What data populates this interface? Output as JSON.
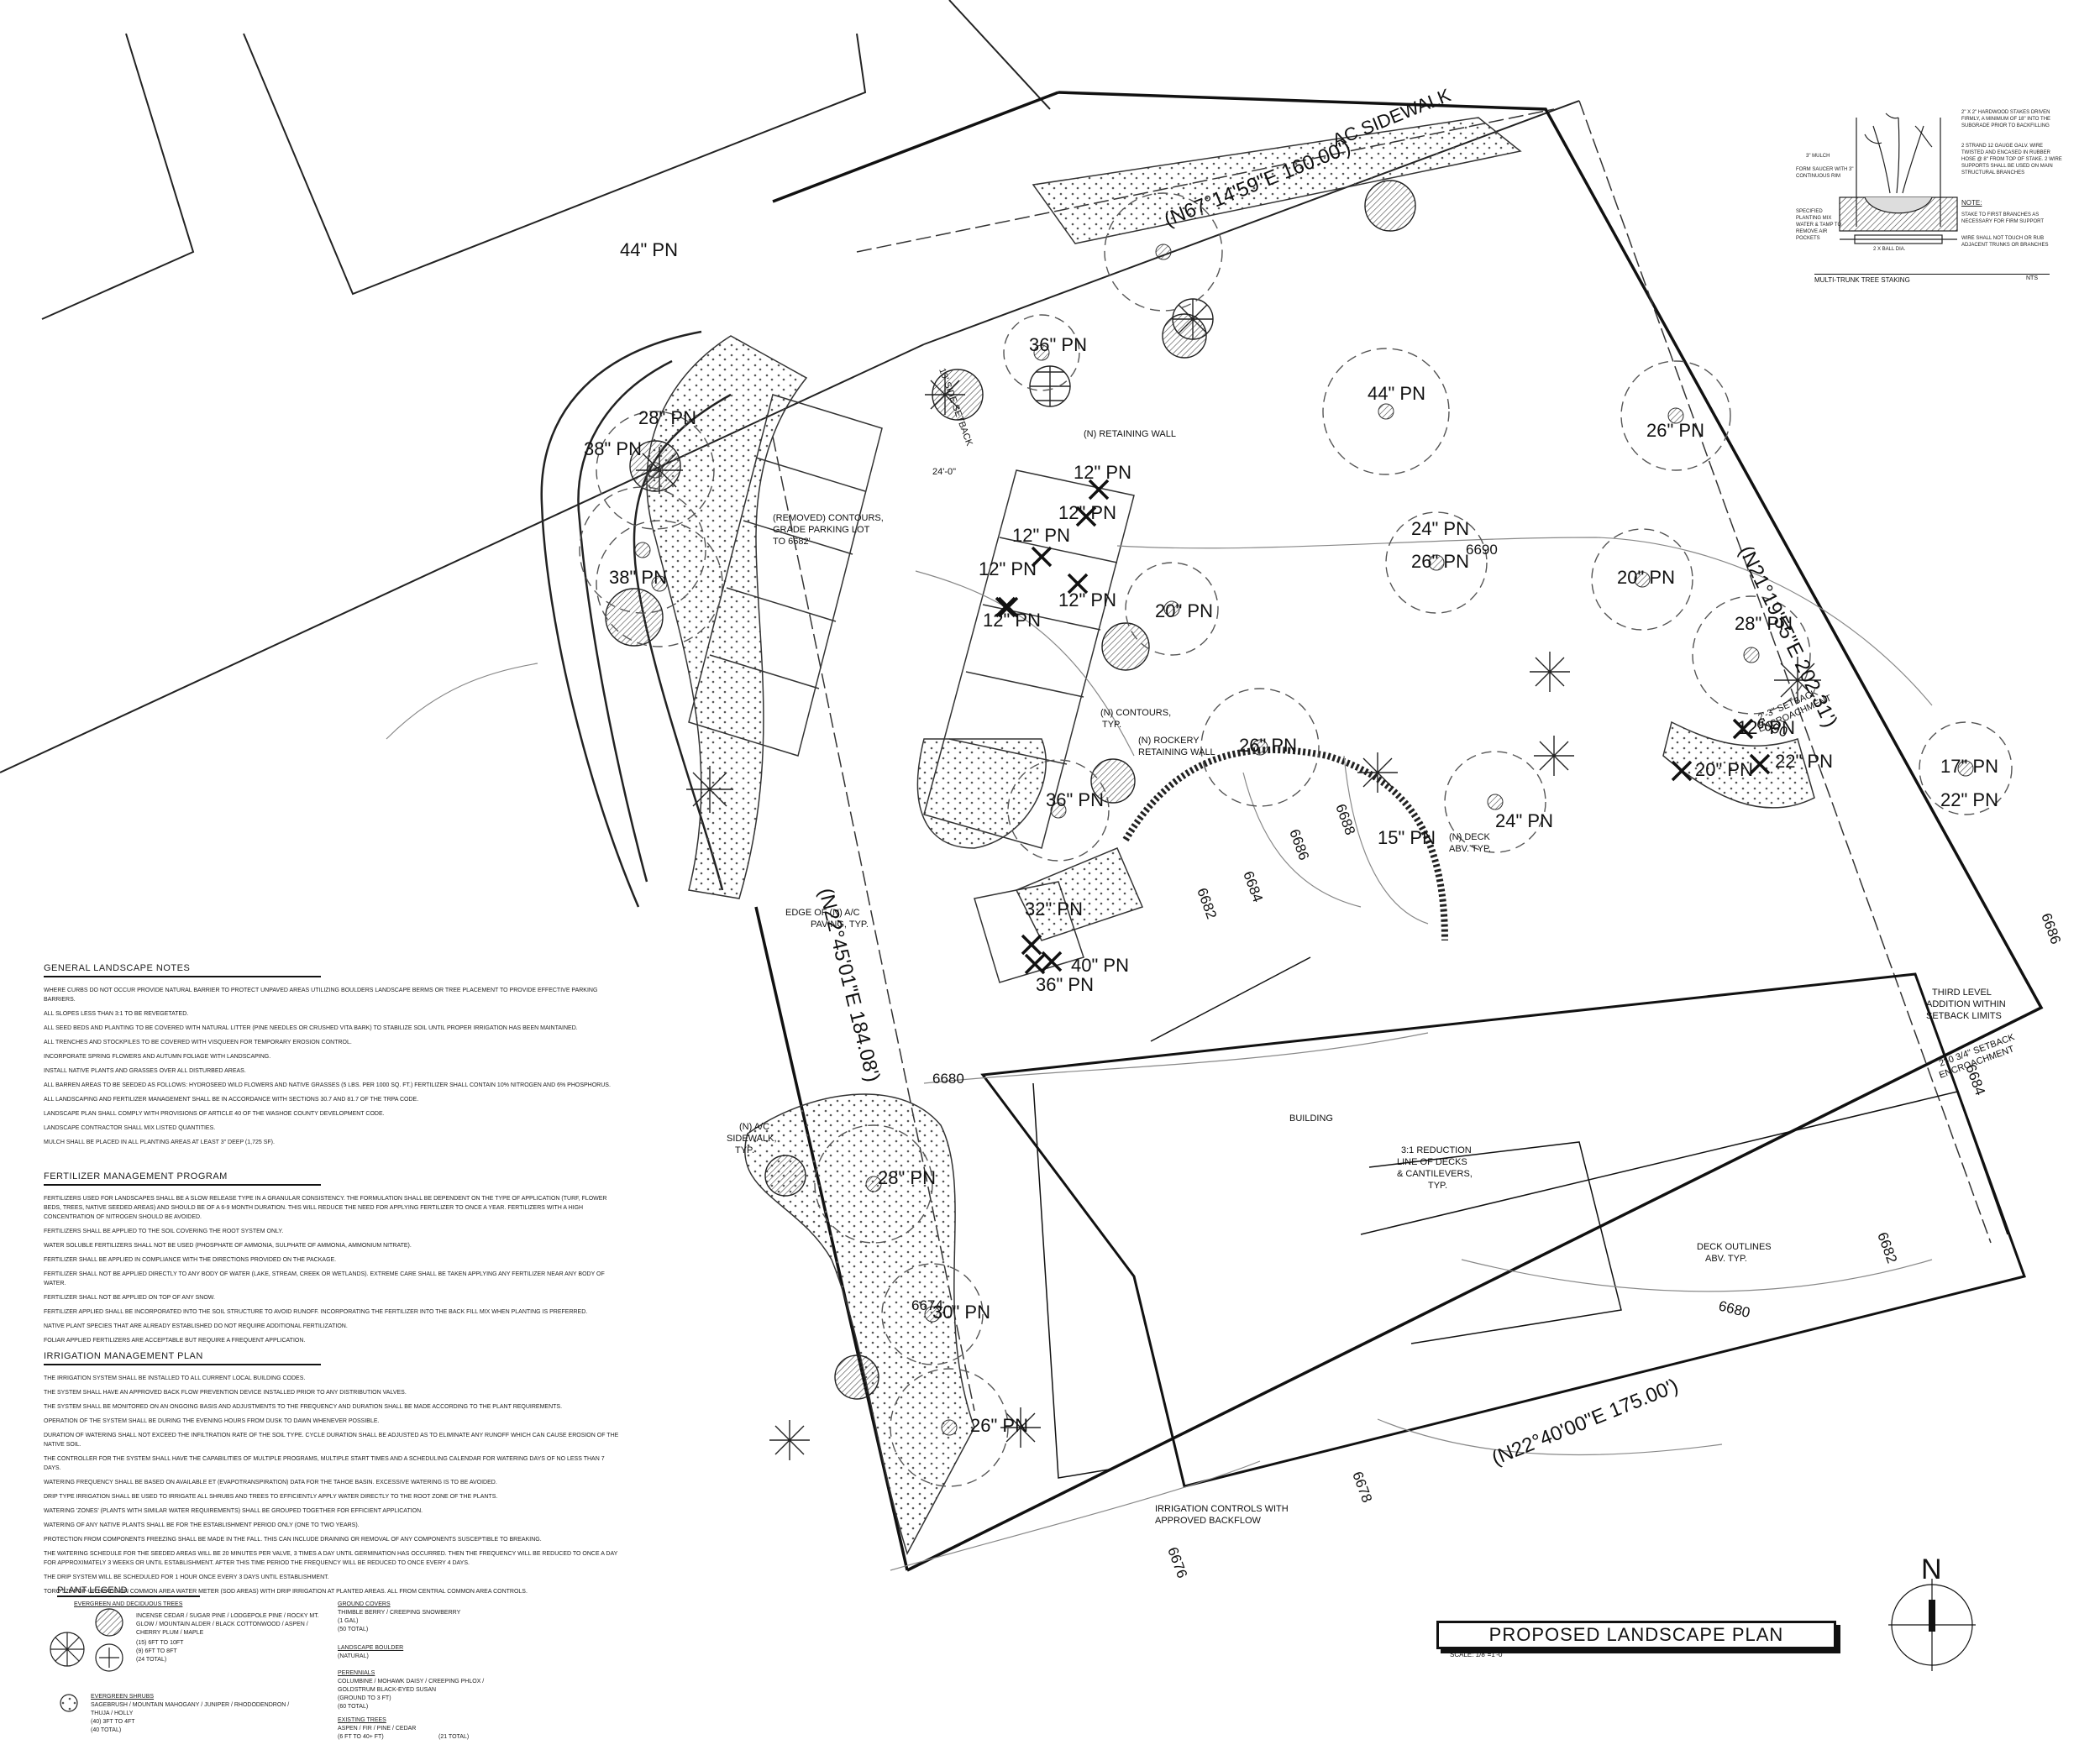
{
  "plan": {
    "title": "PROPOSED LANDSCAPE PLAN",
    "scale": "SCALE: 1/8\"=1'-0\"",
    "north": "N"
  },
  "boundary_labels": {
    "north": "(N67°14'59\"E 160.00')",
    "east": "(N21°19'55\"E 202.31')",
    "south": "(N22°40'00\"E 175.00')",
    "west": "(N22°45'01\"E 184.08')"
  },
  "dimension": "24'-0\"",
  "annotations": {
    "ac_sidewalk": "AC SIDEWALK",
    "retaining_wall": "(N) RETAINING WALL",
    "removed_contours_1": "(REMOVED) CONTOURS,",
    "removed_contours_2": "GRADE PARKING LOT",
    "removed_contours_3": "TO 6682'",
    "contours_1": "(N) CONTOURS,",
    "contours_2": "TYP.",
    "rockery_1": "(N) ROCKERY",
    "rockery_2": "RETAINING WALL",
    "deck_1": "(N) DECK",
    "deck_2": "ABV. TYP.",
    "edge_paving_1": "EDGE OF (N) A/C",
    "edge_paving_2": "PAVING, TYP.",
    "ac_sidewalk2_1": "(N) A/C",
    "ac_sidewalk2_2": "SIDEWALK,",
    "ac_sidewalk2_3": "TYP.",
    "building": "BUILDING",
    "reduction_1": "3:1 REDUCTION",
    "reduction_2": "LINE OF DECKS",
    "reduction_3": "& CANTILEVERS,",
    "reduction_4": "TYP.",
    "deck_outlines_1": "DECK OUTLINES",
    "deck_outlines_2": "ABV. TYP.",
    "third_level_1": "THIRD LEVEL",
    "third_level_2": "ADDITION WITHIN",
    "third_level_3": "SETBACK LIMITS",
    "setback_enc_1": "2'-3\" SETBACK",
    "setback_enc_2": "ENCROACHMENT",
    "setback_enc2_1": "2'-0 3/4\" SETBACK",
    "setback_enc2_2": "ENCROACHMENT",
    "setback_side": "10' SIDE SETBACK",
    "irrigation_1": "IRRIGATION CONTROLS WITH",
    "irrigation_2": "APPROVED BACKFLOW"
  },
  "contours": {
    "c6690a": "6690",
    "c6690b": "6690",
    "c6688": "6688",
    "c6686a": "6686",
    "c6686b": "6686",
    "c6684a": "6684",
    "c6684b": "6684",
    "c6682a": "6682",
    "c6682b": "6682",
    "c6680a": "6680",
    "c6680b": "6680",
    "c6678": "6678",
    "c6676": "6676",
    "c6674": "6674"
  },
  "trees": [
    {
      "label": "44\" PN",
      "circle": true,
      "removed": false
    },
    {
      "label": "44\" PN",
      "circle": true,
      "removed": false
    },
    {
      "label": "36\" PN",
      "circle": true,
      "removed": false
    },
    {
      "label": "28\" PN",
      "circle": true,
      "removed": false
    },
    {
      "label": "38\" PN",
      "circle": true,
      "removed": false
    },
    {
      "label": "38\" PN",
      "circle": true,
      "removed": false
    },
    {
      "label": "26\" PN",
      "circle": true,
      "removed": false
    },
    {
      "label": "24\" PN",
      "circle": false,
      "removed": false
    },
    {
      "label": "26\" PN",
      "circle": true,
      "removed": false
    },
    {
      "label": "20\" PN",
      "circle": true,
      "removed": false
    },
    {
      "label": "20\" PN",
      "circle": true,
      "removed": false
    },
    {
      "label": "28\" PN",
      "circle": true,
      "removed": false
    },
    {
      "label": "26\" PN",
      "circle": true,
      "removed": false
    },
    {
      "label": "36\" PN",
      "circle": true,
      "removed": false
    },
    {
      "label": "24\" PN",
      "circle": true,
      "removed": false
    },
    {
      "label": "15\" PN",
      "circle": false,
      "removed": false
    },
    {
      "label": "17\" PN",
      "circle": true,
      "removed": false
    },
    {
      "label": "22\" PN",
      "circle": false,
      "removed": false
    },
    {
      "label": "28\" PN",
      "circle": true,
      "removed": false
    },
    {
      "label": "30\" PN",
      "circle": true,
      "removed": false
    },
    {
      "label": "26\" PN",
      "circle": true,
      "removed": false
    },
    {
      "label": "12\" PN",
      "circle": false,
      "removed": true
    },
    {
      "label": "12\" PN",
      "circle": false,
      "removed": true
    },
    {
      "label": "12\" PN",
      "circle": false,
      "removed": true
    },
    {
      "label": "12\" PN",
      "circle": false,
      "removed": true
    },
    {
      "label": "12\" PN",
      "circle": false,
      "removed": true
    },
    {
      "label": "12\" PN",
      "circle": false,
      "removed": true
    },
    {
      "label": "32\" PN",
      "circle": false,
      "removed": true
    },
    {
      "label": "40\" PN",
      "circle": false,
      "removed": true
    },
    {
      "label": "36\" PN",
      "circle": false,
      "removed": true
    },
    {
      "label": "12\" PN",
      "circle": false,
      "removed": true
    },
    {
      "label": "20\" PN",
      "circle": false,
      "removed": true
    },
    {
      "label": "22\" PN",
      "circle": false,
      "removed": true
    }
  ],
  "notes": {
    "general": {
      "title": "GENERAL LANDSCAPE NOTES",
      "items": [
        "Where curbs do not occur provide natural barrier to protect unpaved areas utilizing boulders landscape berms or tree placement to provide effective parking barriers.",
        "All slopes less than 3:1 to be revegetated.",
        "All seed beds and planting to be covered with natural litter (pine needles or crushed vita bark) to stabilize soil until proper irrigation has been maintained.",
        "All trenches and stockpiles to be covered with visqueen for temporary erosion control.",
        "Incorporate spring flowers and autumn foliage with landscaping.",
        "Install native plants and grasses over all disturbed areas.",
        "All barren areas to be seeded as follows: hydroseed wild flowers and native grasses (5 lbs. per 1000 sq. ft.) fertilizer shall contain 10% nitrogen and 6% phosphorus.",
        "All landscaping and fertilizer management shall be in accordance with sections 30.7 and 81.7 of the TRPA code.",
        "Landscape plan shall comply with provisions of article 40 of the Washoe County development code.",
        "Landscape contractor shall mix listed quantities.",
        "Mulch shall be placed in all planting areas at least 3\" deep (1,725 sf)."
      ]
    },
    "fertilizer": {
      "title": "FERTILIZER MANAGEMENT PROGRAM",
      "items": [
        "Fertilizers used for landscapes shall be a slow release type in a granular consistency. The formulation shall be dependent on the type of application (turf, flower beds, trees, native seeded areas) and should be of a 6-9 month duration. This will reduce the need for applying fertilizer to once a year. Fertilizers with a high concentration of nitrogen should be avoided.",
        "Fertilizers shall be applied to the soil covering the root system only.",
        "Water soluble fertilizers shall not be used (phosphate of ammonia, sulphate of ammonia, ammonium nitrate).",
        "Fertilizer shall be applied in compliance with the directions provided on the package.",
        "Fertilizer shall not be applied directly to any body of water (lake, stream, creek or wetlands). Extreme care shall be taken applying any fertilizer near any body of water.",
        "Fertilizer shall not be applied on top of any snow.",
        "Fertilizer applied shall be incorporated into the soil structure to avoid runoff. Incorporating the fertilizer into the back fill mix when planting is preferred.",
        "Native plant species that are already established do not require additional fertilization.",
        "Foliar applied fertilizers are acceptable but require a frequent application."
      ]
    },
    "irrigation": {
      "title": "IRRIGATION MANAGEMENT PLAN",
      "items": [
        "The irrigation system shall be installed to all current local building codes.",
        "The system shall have an approved back flow prevention device installed prior to any distribution valves.",
        "The system shall be monitored on an ongoing basis and adjustments to the frequency and duration shall be made according to the plant requirements.",
        "Operation of the system shall be during the evening hours from dusk to dawn whenever possible.",
        "Duration of watering shall not exceed the infiltration rate of the soil type. Cycle duration shall be adjusted as to eliminate any runoff which can cause erosion of the native soil.",
        "The controller for the system shall have the capabilities of multiple programs, multiple start times and a scheduling calendar for watering days of no less than 7 days.",
        "Watering frequency shall be based on available ET (evapotranspiration) data for the Tahoe Basin. Excessive watering is to be avoided.",
        "Drip type irrigation shall be used to irrigate all shrubs and trees to efficiently apply water directly to the root zone of the plants.",
        "Watering 'zones' (plants with similar water requirements) shall be grouped together for efficient application.",
        "Watering of any native plants shall be for the establishment period only (one to two years).",
        "Protection from components freezing shall be made in the fall. This can include draining or removal of any components susceptible to breaking.",
        "The watering schedule for the seeded areas will be 20 minutes per valve, 3 times a day until germination has occurred. Then the frequency will be reduced to once a day for approximately 3 weeks or until establishment. After this time period the frequency will be reduced to once every 4 days.",
        "The drip system will be scheduled for 1 hour once every 3 days until establishment.",
        "Toro 570 pop-up heads on common area water meter (sod areas) with drip irrigation at planted areas. All from central common area controls."
      ]
    }
  },
  "legend": {
    "title": "PLANT LEGEND",
    "evergreen_title": "EVERGREEN AND DECIDUOUS TREES",
    "evergreen_desc": "INCENSE CEDAR / SUGAR PINE / LODGEPOLE PINE / ROCKY MT. GLOW / MOUNTAIN ALDER / BLACK COTTONWOOD / ASPEN / CHERRY PLUM / MAPLE",
    "evergreen_qty1": "(15) 6FT TO 10FT",
    "evergreen_qty2": "(9) 6FT TO 8FT",
    "evergreen_qty3": "(24 TOTAL)",
    "shrubs_title": "EVERGREEN SHRUBS",
    "shrubs_desc": "SAGEBRUSH / MOUNTAIN MAHOGANY / JUNIPER / RHODODENDRON / THUJA / HOLLY",
    "shrubs_qty1": "(40) 3FT TO 4FT",
    "shrubs_qty2": "(40 TOTAL)",
    "ground_title": "GROUND COVERS",
    "ground_desc": "THIMBLE BERRY / CREEPING SNOWBERRY",
    "ground_qty1": "(1 GAL)",
    "ground_qty2": "(50 TOTAL)",
    "boulder_title": "LANDSCAPE BOULDER",
    "boulder_desc": "(NATURAL)",
    "perennial_title": "PERENNIALS",
    "perennial_desc": "COLUMBINE / MOHAWK DAISY / CREEPING PHLOX / GOLDSTRUM BLACK-EYED SUSAN",
    "perennial_qty1": "(GROUND TO 3 FT)",
    "perennial_qty2": "(60 TOTAL)",
    "existing_title": "EXISTING TREES",
    "existing_desc": "ASPEN / FIR / PINE / CEDAR",
    "existing_qty1": "(6 FT TO 40+ FT)",
    "existing_qty2": "(21 TOTAL)"
  },
  "detail": {
    "title": "MULTI-TRUNK TREE STAKING",
    "nts": "NTS",
    "note_stakes": "2\" X 2\" HARDWOOD STAKES DRIVEN FIRMLY, A MINIMUM OF 18\" INTO THE SUBGRADE PRIOR TO BACKFILLING",
    "note_wire": "2 STRAND 12 GAUGE GALV. WIRE TWISTED AND ENCASED IN RUBBER HOSE @ 8\" FROM TOP OF STAKE. 2 WIRE SUPPORTS SHALL BE USED ON MAIN STRUCTURAL BRANCHES",
    "note_mulch": "3\" MULCH",
    "note_saucer": "FORM SAUCER WITH 3\" CONTINUOUS RIM",
    "note_mix": "SPECIFIED PLANTING MIX WATER & TAMP TO REMOVE AIR POCKETS",
    "note_ball": "2 X BALL DIA.",
    "note_title": "NOTE:",
    "note_1": "STAKE TO FIRST BRANCHES AS NECESSARY FOR FIRM SUPPORT",
    "note_2": "WIRE SHALL NOT TOUCH OR RUB ADJACENT TRUNKS OR BRANCHES"
  }
}
